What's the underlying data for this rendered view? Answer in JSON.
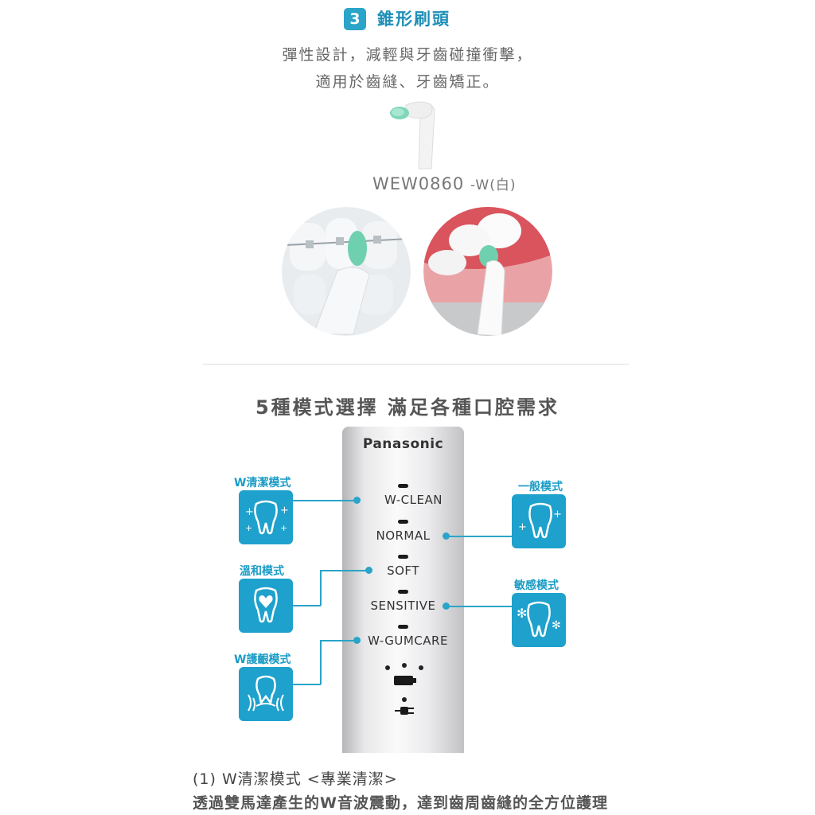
{
  "header": {
    "number": "3",
    "title": "錐形刷頭",
    "desc_line1": "彈性設計，減輕與牙齒碰撞衝擊，",
    "desc_line2": "適用於齒縫、牙齒矯正。",
    "model_code": "WEW0860",
    "model_suffix": "-W(白)"
  },
  "section": {
    "title": "5種模式選擇 滿足各種口腔需求"
  },
  "device": {
    "brand": "Panasonic",
    "modes": [
      "W-CLEAN",
      "NORMAL",
      "SOFT",
      "SENSITIVE",
      "W-GUMCARE"
    ]
  },
  "mode_cards": {
    "w_clean": "W清潔模式",
    "normal": "一般模式",
    "soft": "溫和模式",
    "sensitive": "敏感模式",
    "gumcare": "W護齦模式"
  },
  "footer": {
    "line1": "(1) W清潔模式 <專業清潔>",
    "line2": "透過雙馬達產生的W音波震動，達到齒周齒縫的全方位護理"
  },
  "colors": {
    "accent": "#2aa4c8",
    "icon_bg": "#1ea1cc",
    "brush_green": "#6fd0b0"
  }
}
